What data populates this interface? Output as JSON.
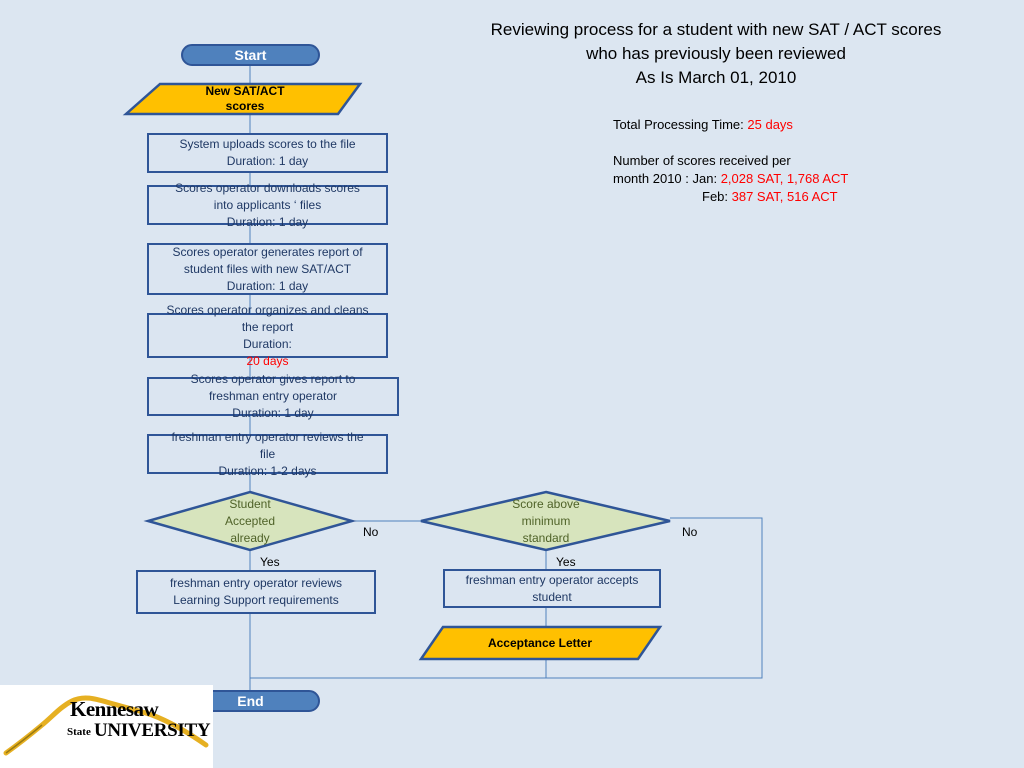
{
  "title": {
    "line1": "Reviewing process for a student with new SAT / ACT scores",
    "line2": "who has previously been reviewed",
    "line3": "As Is March 01, 2010"
  },
  "info": {
    "total_label": "Total Processing Time: ",
    "total_value": "25 days",
    "scores_label1": "Number of scores received per",
    "scores_label2": "month 2010 : Jan: ",
    "jan_value": "2,028 SAT, 1,768 ACT",
    "feb_label": "Feb: ",
    "feb_value": "387 SAT, 516 ACT"
  },
  "flow": {
    "start": "Start",
    "end": "End",
    "input": {
      "line1": "New SAT/ACT",
      "line2": "scores"
    },
    "steps": [
      {
        "line1": "System uploads scores to the file",
        "line2": "Duration: 1 day"
      },
      {
        "line1": "Scores operator downloads scores",
        "line2": "into applicants ‘ files",
        "line3": "Duration: 1 day"
      },
      {
        "line1": "Scores operator generates report of",
        "line2": "student files with new SAT/ACT",
        "line3": "Duration: 1 day"
      },
      {
        "line1": "Scores operator organizes and cleans",
        "line2": "the report",
        "dur_label": "Duration: ",
        "dur_value": "20 days"
      },
      {
        "line1": "Scores operator gives report to",
        "line2": "freshman entry operator",
        "line3": "Duration: 1 day"
      },
      {
        "line1": "freshman entry  operator reviews the",
        "line2": "file",
        "line3": "Duration: 1-2 days"
      }
    ],
    "decision1": {
      "line1": "Student",
      "line2": "Accepted",
      "line3": "already"
    },
    "decision2": {
      "line1": "Score above",
      "line2": "minimum",
      "line3": "standard"
    },
    "no1": "No",
    "no2": "No",
    "yes1": "Yes",
    "yes2": "Yes",
    "learning_support": {
      "line1": "freshman entry  operator reviews",
      "line2": "Learning Support requirements"
    },
    "accepts": {
      "line1": "freshman entry  operator accepts",
      "line2": "student"
    },
    "letter": "Acceptance Letter"
  },
  "logo": {
    "word1": "Kennesaw",
    "word2": "State",
    "word3": "UNIVERSITY"
  },
  "colors": {
    "background": "#dce6f1",
    "box_border": "#2f5597",
    "terminal": "#4f81bd",
    "io_fill": "#ffc000",
    "decision_fill": "#d7e4bd",
    "highlight": "#ff0000"
  }
}
